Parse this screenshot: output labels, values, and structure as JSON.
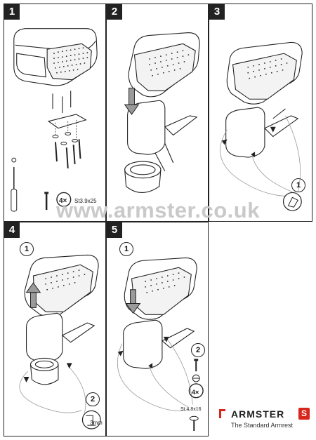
{
  "steps": [
    "1",
    "2",
    "3",
    "4",
    "5"
  ],
  "step1": {
    "qty": "4×",
    "screw_spec": "St3.9x25"
  },
  "step3": {
    "sub": "1"
  },
  "step4": {
    "sub1": "1",
    "sub2": "2",
    "dim": "3mm"
  },
  "step5": {
    "sub1": "1",
    "sub2": "2",
    "qty": "4×",
    "screw_spec": "St 4,8x16"
  },
  "watermark": "www.armster.co.uk",
  "brand": {
    "name": "ARMSTER",
    "badge": "S",
    "tagline": "The Standard Armrest",
    "accent": "#d9261c"
  },
  "icons": [
    "screwdriver-icon",
    "screw-icon",
    "arrow-down-icon",
    "arrow-up-icon",
    "washer-icon"
  ]
}
